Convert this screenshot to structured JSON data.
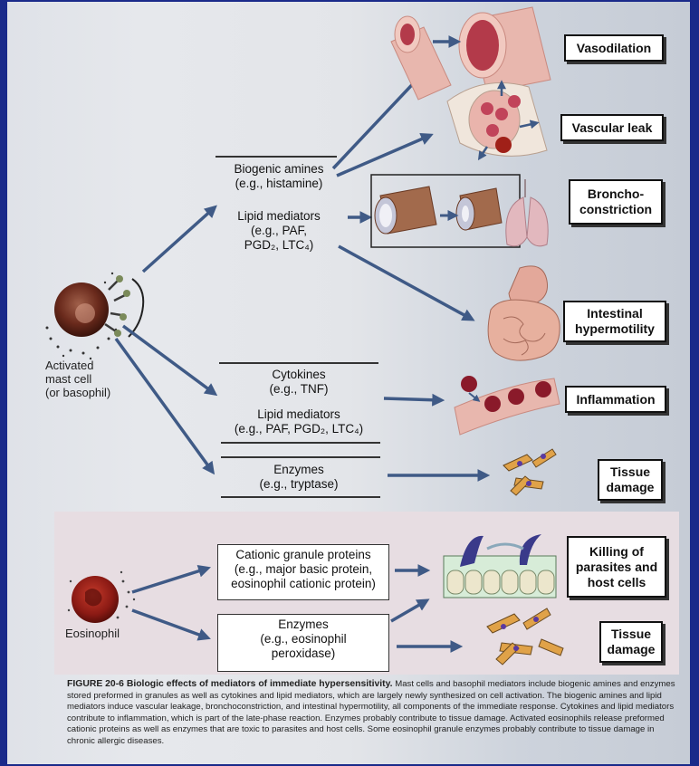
{
  "cells": {
    "mast_cell": "Activated\nmast cell\n(or basophil)",
    "eosinophil": "Eosinophil"
  },
  "mediators": {
    "biogenic_amines": "Biogenic amines\n(e.g., histamine)",
    "lipid_top": "Lipid mediators\n(e.g., PAF,\nPGD₂, LTC₄)",
    "cytokines": "Cytokines\n(e.g., TNF)",
    "lipid_mid": "Lipid mediators\n(e.g., PAF, PGD₂, LTC₄)",
    "enzymes_mast": "Enzymes\n(e.g., tryptase)",
    "cationic": "Cationic granule proteins\n(e.g., major basic protein,\neosinophil cationic protein)",
    "enzymes_eos": "Enzymes\n(e.g., eosinophil\nperoxidase)"
  },
  "effects": {
    "vasodilation": "Vasodilation",
    "vascular_leak": "Vascular leak",
    "bronchoconstriction": "Broncho-\nconstriction",
    "intestinal": "Intestinal\nhypermotility",
    "inflammation": "Inflammation",
    "tissue_damage_1": "Tissue\ndamage",
    "killing": "Killing of\nparasites and\nhost cells",
    "tissue_damage_2": "Tissue\ndamage"
  },
  "caption": {
    "label": "FIGURE 20-6 Biologic effects of mediators of immediate hypersensitivity.",
    "text": " Mast cells and basophil mediators include biogenic amines and enzymes stored preformed in granules as well as cytokines and lipid mediators, which are largely newly synthesized on cell activation. The biogenic amines and lipid mediators induce vascular leakage, bronchoconstriction, and intestinal hypermotility, all components of the immediate response. Cytokines and lipid mediators contribute to inflammation, which is part of the late-phase reaction. Enzymes probably contribute to tissue damage. Activated eosinophils release preformed cationic proteins as well as enzymes that are toxic to parasites and host cells. Some eosinophil granule enzymes probably contribute to tissue damage in chronic allergic diseases."
  },
  "colors": {
    "arrow": "#3f5a86",
    "vessel": "#e8b7ae",
    "vessel_inner": "#b33a4a",
    "cell_dark": "#5a2418",
    "eosinophil": "#8b1a14"
  }
}
